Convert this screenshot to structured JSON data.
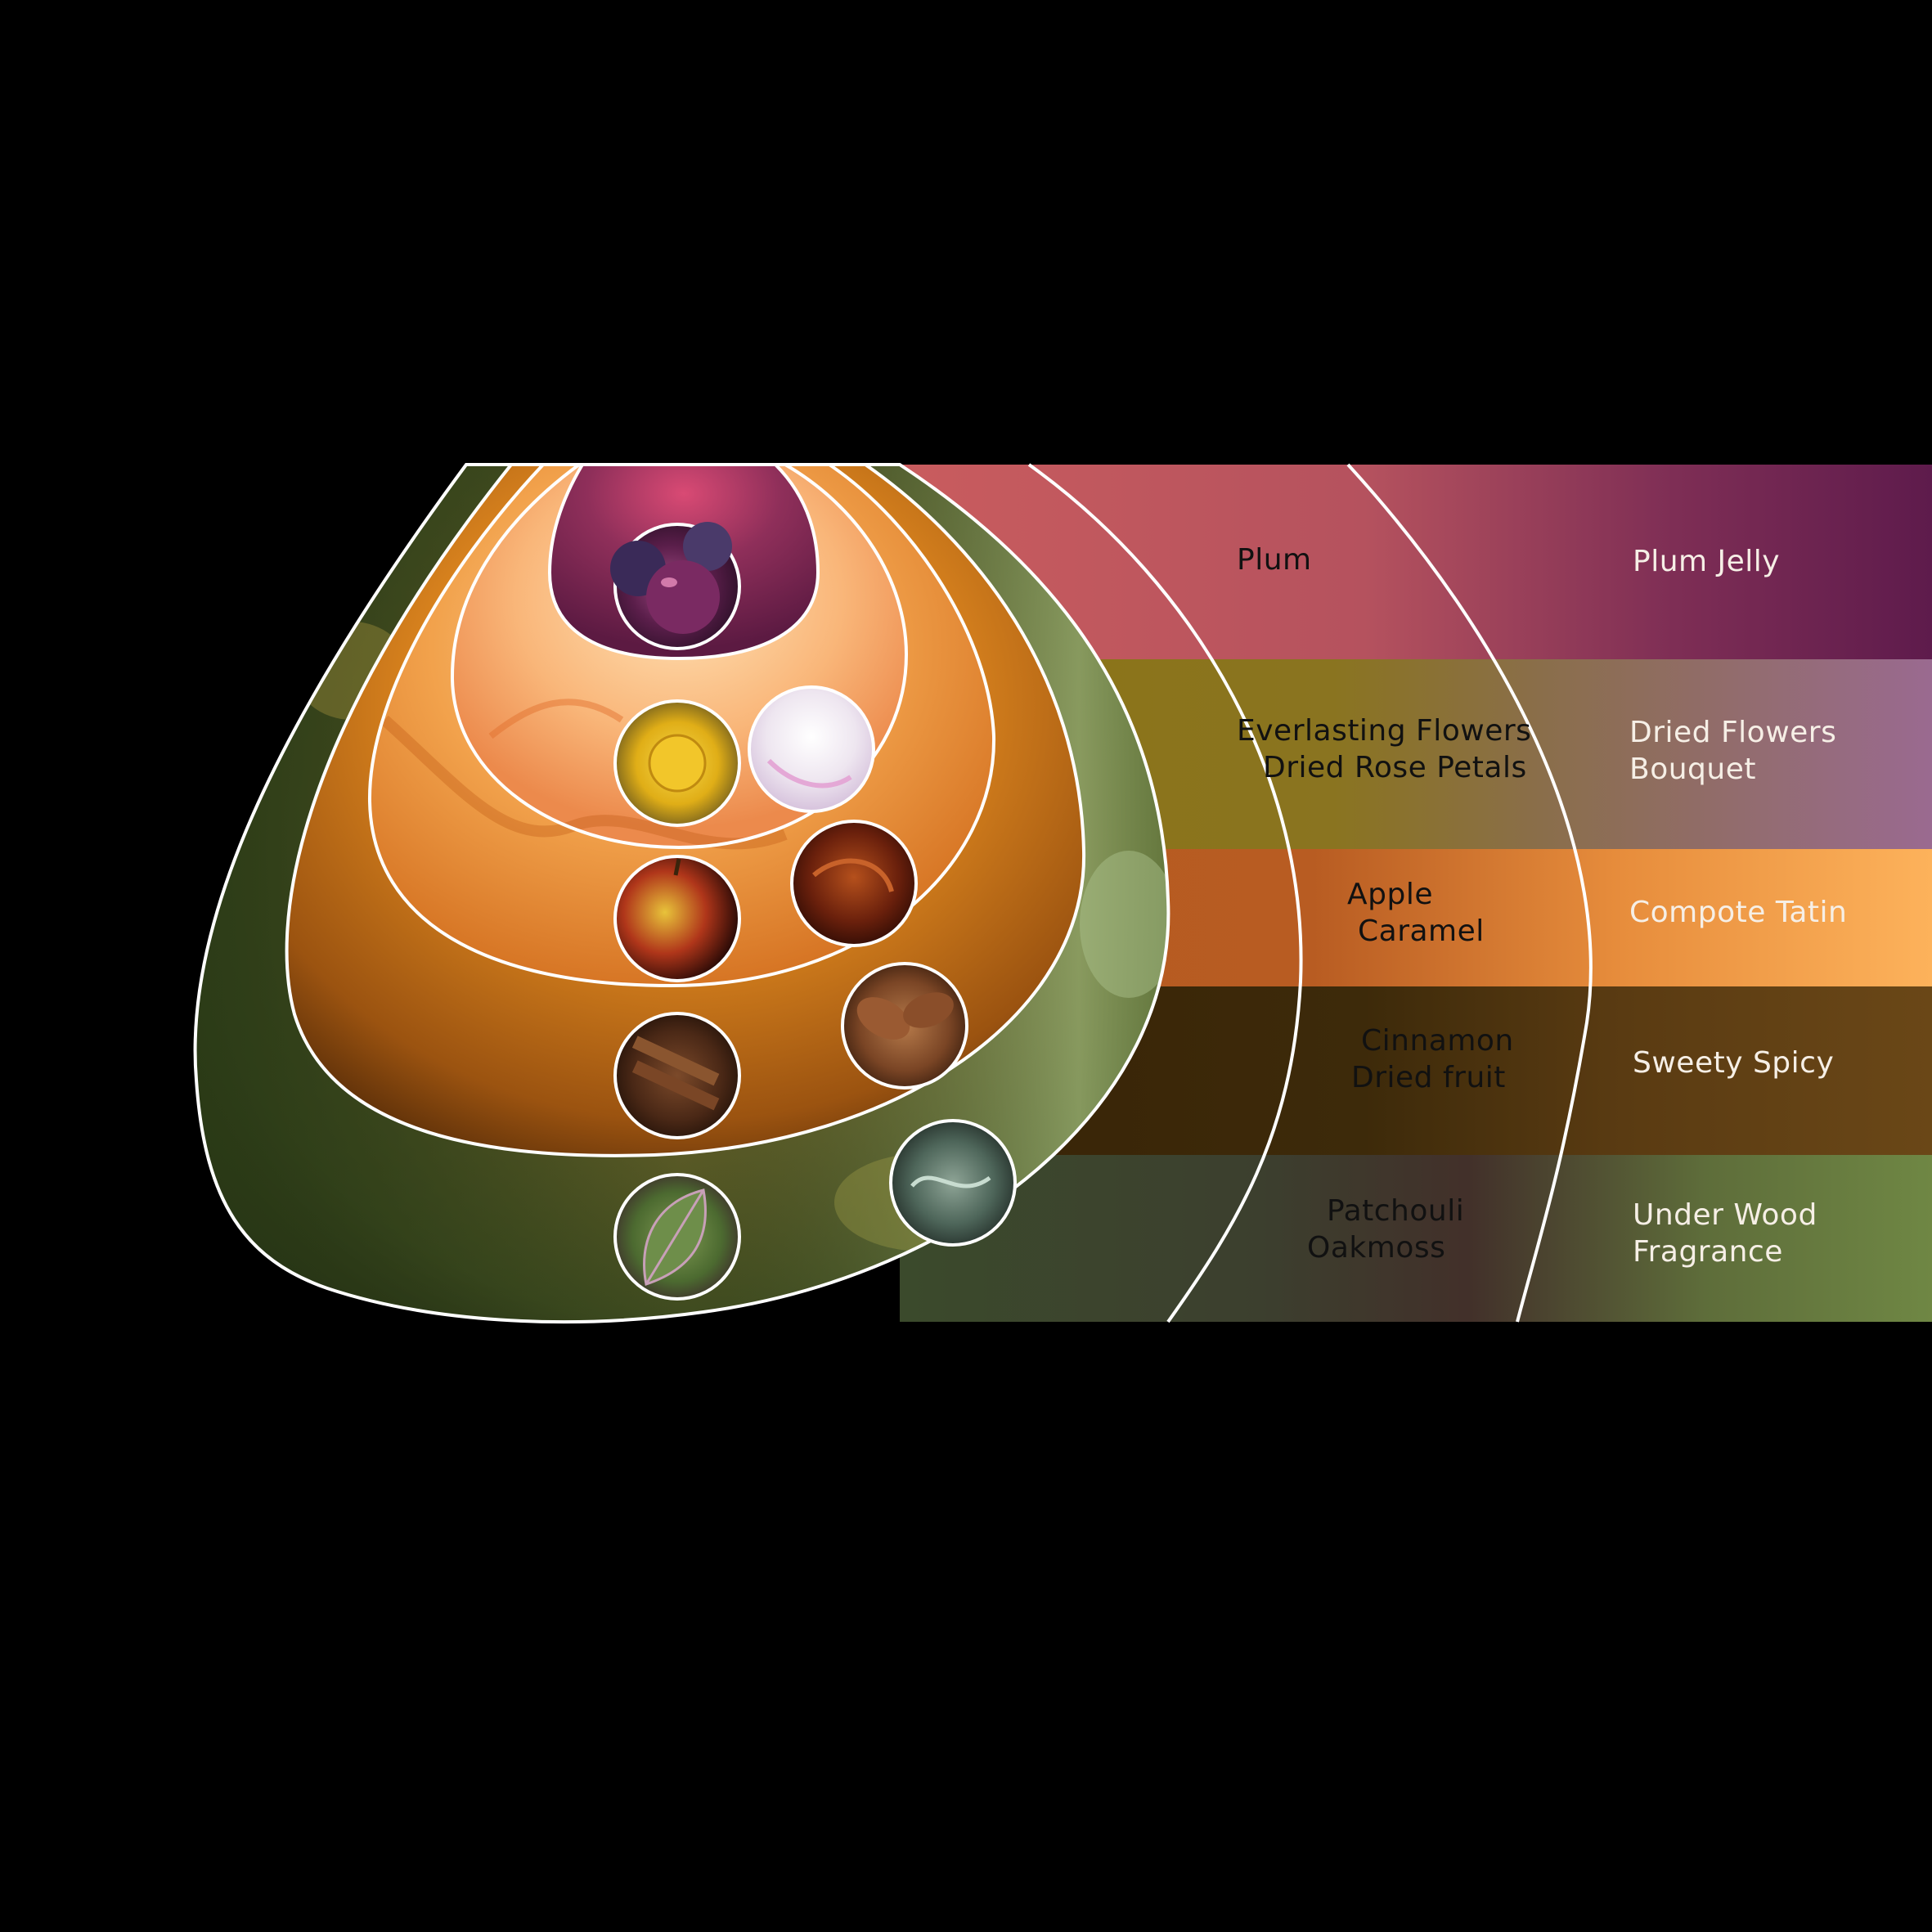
{
  "colors": {
    "plum": "#c95c5e",
    "plum_jelly": "#5e1b4c",
    "flowers": "#8c7415",
    "dried_flowers": "#9a6a90",
    "apple": "#b55a20",
    "compote": "#fdb25b",
    "cinnamon": "#3a2708",
    "sweety": "#6a4717",
    "patchouli": "#3b4630",
    "underwood": "#6f8744",
    "outline": "#ffffff"
  },
  "bands": [
    {
      "key": "plum",
      "ingredient_lines": [
        "Plum"
      ],
      "accord_lines": [
        "Plum Jelly"
      ]
    },
    {
      "key": "flowers",
      "ingredient_lines": [
        "Everlasting Flowers",
        "Dried Rose Petals"
      ],
      "accord_lines": [
        "Dried Flowers",
        "Bouquet"
      ]
    },
    {
      "key": "apple",
      "ingredient_lines": [
        "Apple",
        "Caramel"
      ],
      "accord_lines": [
        "Compote Tatin"
      ]
    },
    {
      "key": "cinnamon",
      "ingredient_lines": [
        "Cinnamon",
        "Dried fruit"
      ],
      "accord_lines": [
        "Sweety Spicy"
      ]
    },
    {
      "key": "patchouli",
      "ingredient_lines": [
        "Patchouli",
        "Oakmoss"
      ],
      "accord_lines": [
        "Under Wood",
        "Fragrance"
      ]
    }
  ],
  "ingredient_images": [
    {
      "name": "plum-image",
      "depicts": "plum"
    },
    {
      "name": "everlasting-flower-image",
      "depicts": "everlasting flower"
    },
    {
      "name": "rose-petal-image",
      "depicts": "rose petals"
    },
    {
      "name": "apple-image",
      "depicts": "apple"
    },
    {
      "name": "caramel-image",
      "depicts": "caramel"
    },
    {
      "name": "almond-image",
      "depicts": "almonds"
    },
    {
      "name": "cinnamon-image",
      "depicts": "cinnamon sticks"
    },
    {
      "name": "oakmoss-image",
      "depicts": "oakmoss"
    },
    {
      "name": "patchouli-leaf-image",
      "depicts": "patchouli leaf"
    }
  ]
}
